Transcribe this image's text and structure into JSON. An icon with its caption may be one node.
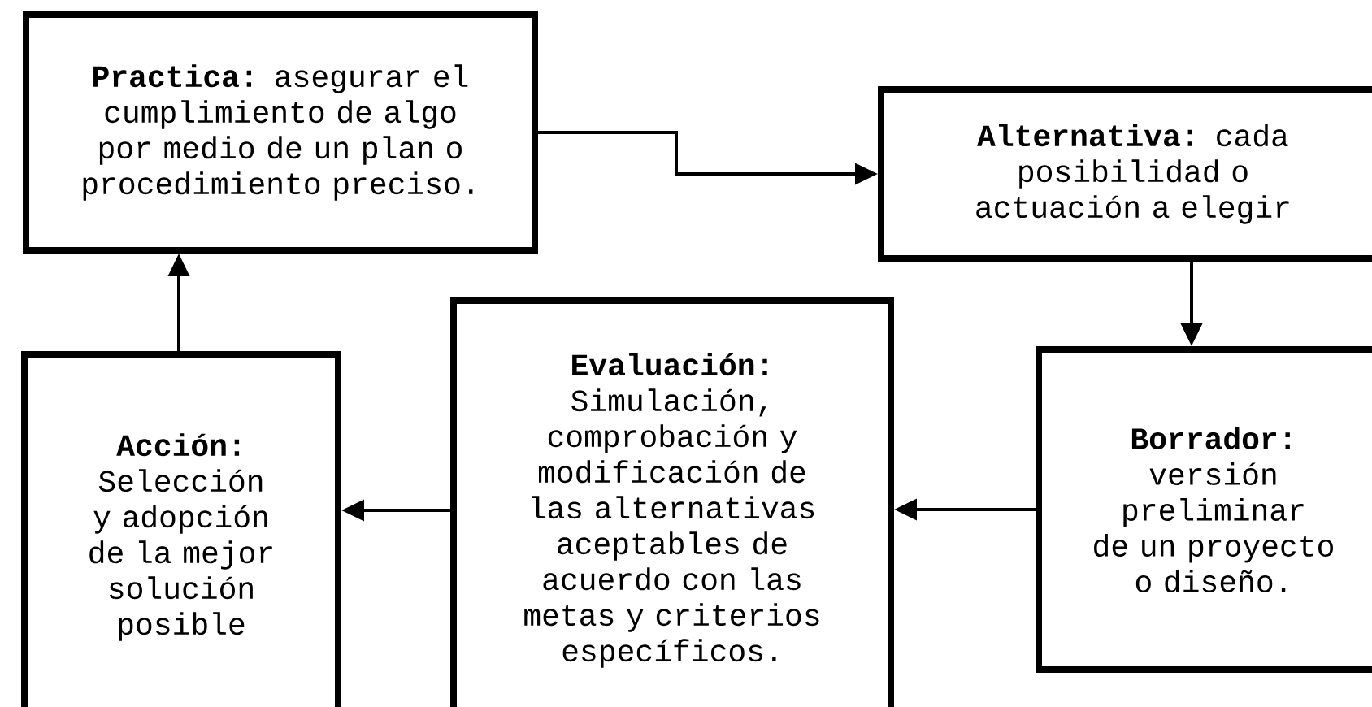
{
  "diagram": {
    "nodes": [
      {
        "text": [
          "Practica:",
          "asegurar el cumplimiento de algo por medio de un plan o procedimiento preciso."
        ]
      },
      {
        "text": [
          "Alternativa:",
          "cada posibilidad o actuación a elegir"
        ]
      },
      {
        "text": [
          "Acción:",
          "Selección y adopción de la mejor solución posible"
        ]
      },
      {
        "text": [
          "Evaluación:",
          "Simulación, comprobación y modificación de las alternativas aceptables de acuerdo con las metas y criterios específicos."
        ]
      },
      {
        "text": [
          "Borrador:",
          "versión preliminar de un proyecto o diseño."
        ]
      }
    ],
    "edges": [
      {
        "from": 0,
        "to": 1,
        "arrow": "to"
      },
      {
        "from": 1,
        "to": 4,
        "arrow": "to"
      },
      {
        "from": 4,
        "to": 3,
        "arrow": "to"
      },
      {
        "from": 3,
        "to": 2,
        "arrow": "to"
      },
      {
        "from": 2,
        "to": 0,
        "arrow": "to"
      }
    ]
  }
}
